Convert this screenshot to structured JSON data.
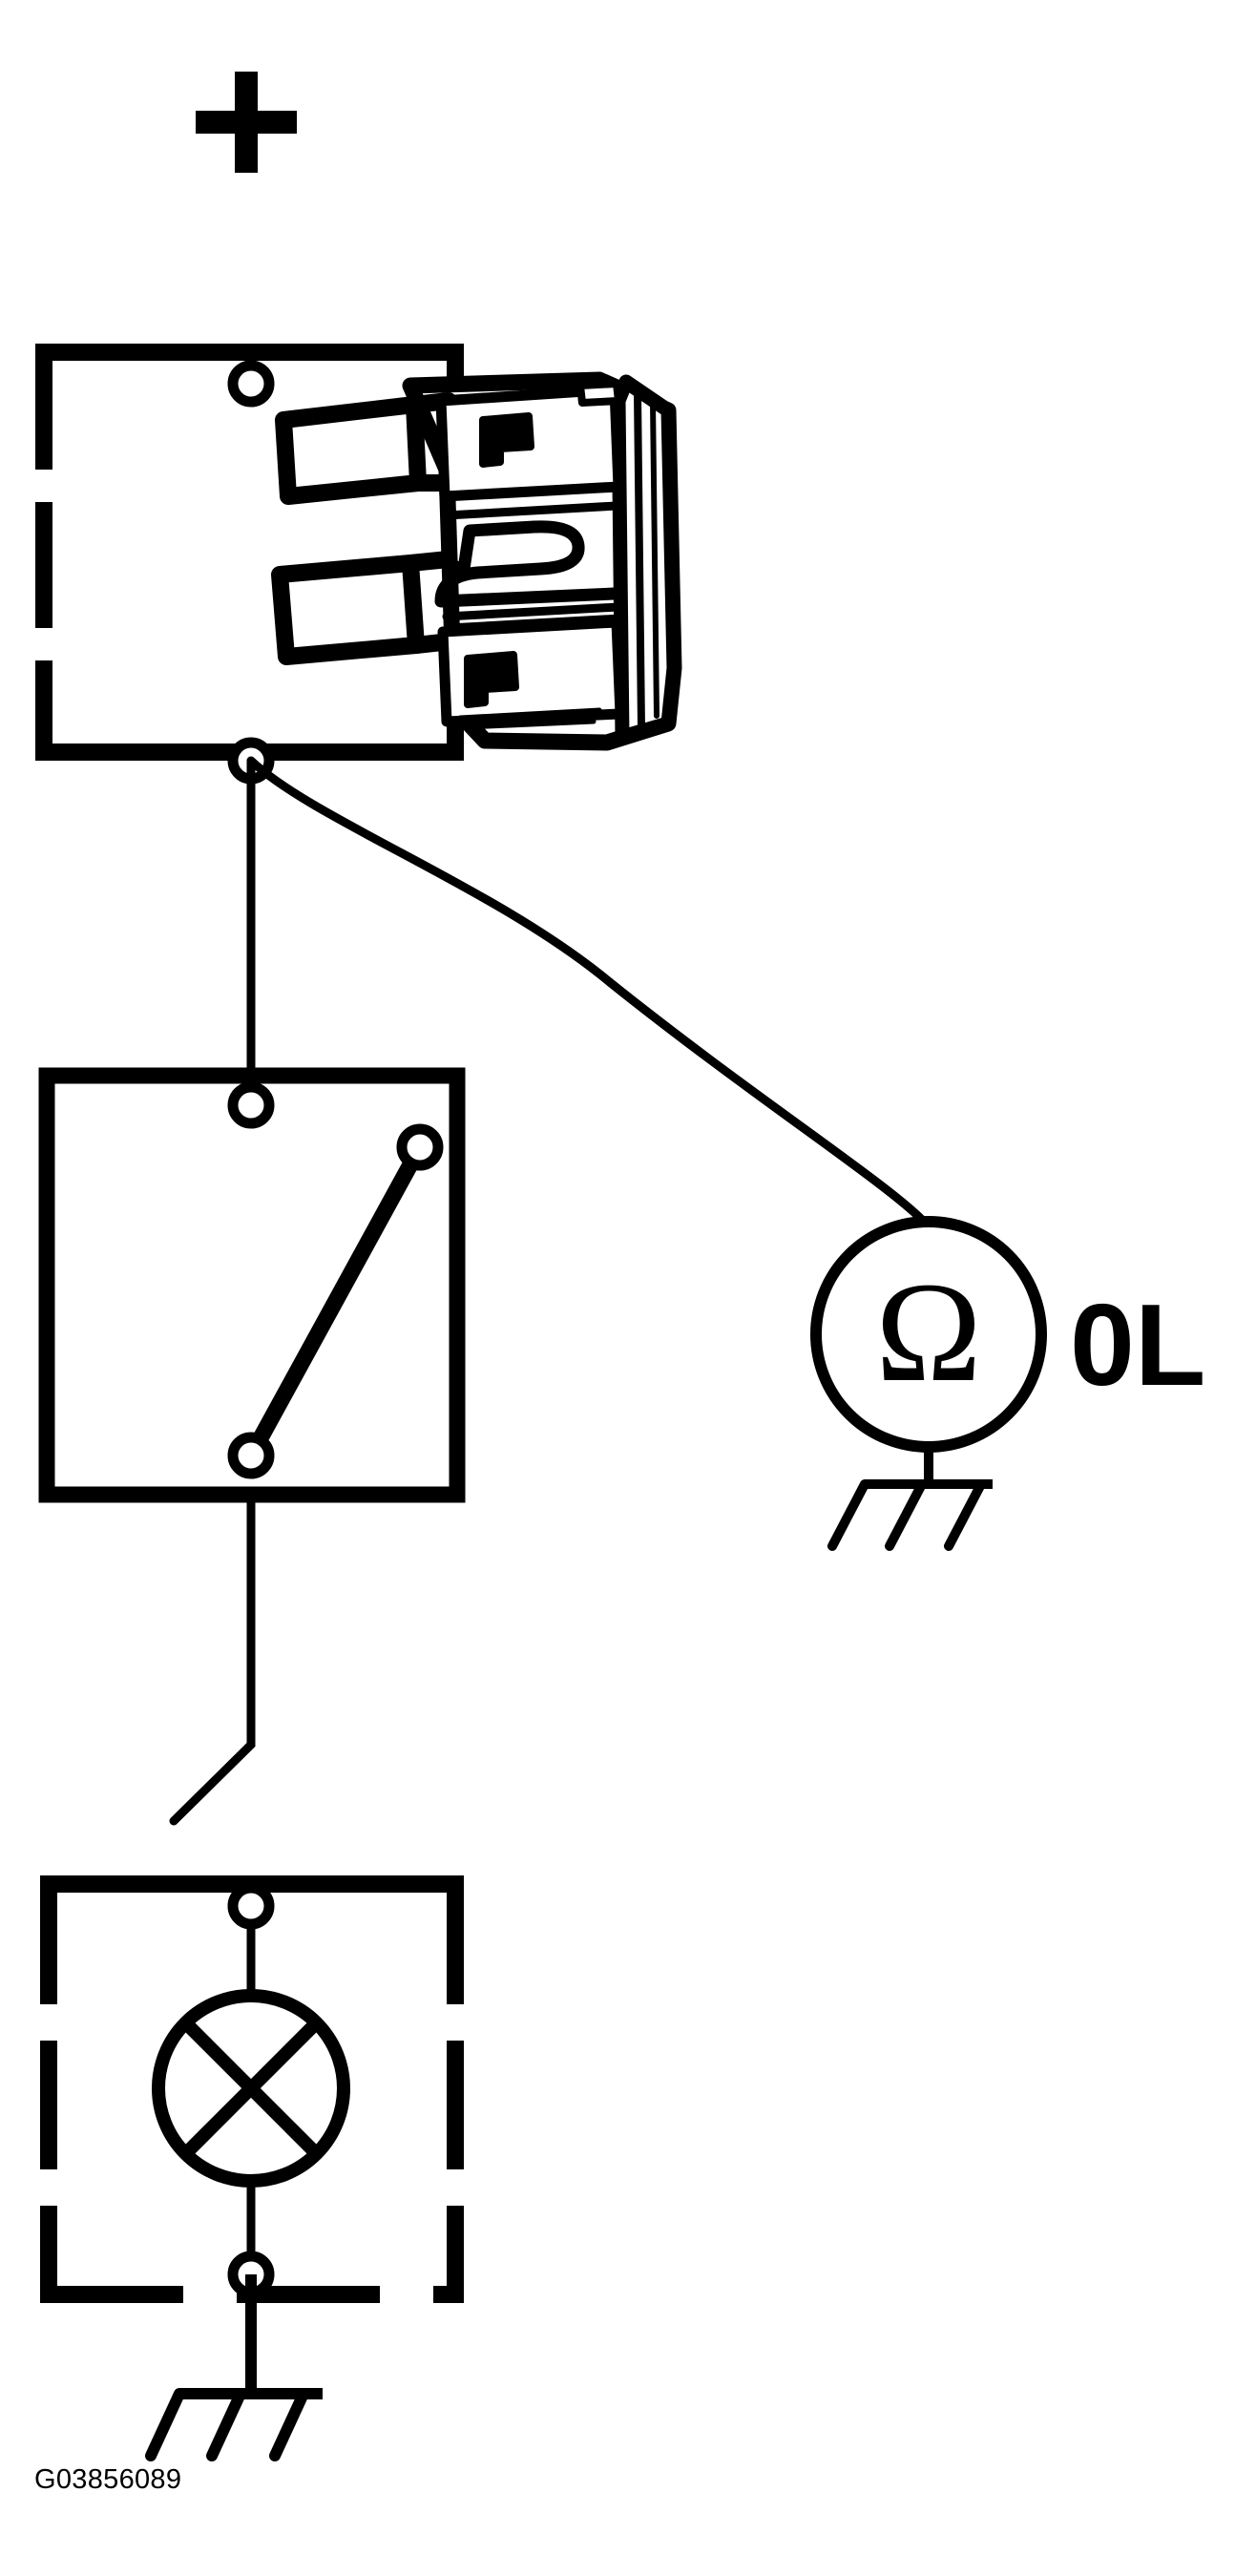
{
  "diagram": {
    "figure_id": "G03856089",
    "title": "",
    "ink_color": "#000000",
    "background_color": "#ffffff",
    "polarity_marker": {
      "name": "positive-terminal-symbol",
      "label": "+"
    },
    "meter": {
      "name": "ohmmeter",
      "symbol": "Ω",
      "reading": "0L",
      "grounded": true
    },
    "components": [
      {
        "name": "fuse-block",
        "style": "dashed",
        "note": "fuse holder outline with blade fuse illustration",
        "terminals": 2
      },
      {
        "name": "switch",
        "style": "solid",
        "note": "open contact switch",
        "terminals": 2
      },
      {
        "name": "lamp",
        "style": "dashed",
        "note": "lamp with crossed circle symbol, grounded",
        "terminals": 2
      }
    ],
    "fuse_illustration": {
      "name": "blade-fuse",
      "type": "automotive ATO blade fuse"
    },
    "wires": [
      {
        "name": "supply-to-fuse",
        "from": "positive",
        "to": "fuse-top-terminal"
      },
      {
        "name": "fuse-to-switch",
        "from": "fuse-bottom-terminal",
        "to": "switch-top-terminal"
      },
      {
        "name": "test-lead",
        "from": "fuse-bottom-terminal",
        "to": "ohmmeter"
      },
      {
        "name": "switch-to-lamp-open",
        "from": "switch-bottom-terminal",
        "to": "open-end"
      },
      {
        "name": "lamp-ground",
        "from": "lamp-bottom-terminal",
        "to": "ground"
      }
    ]
  }
}
